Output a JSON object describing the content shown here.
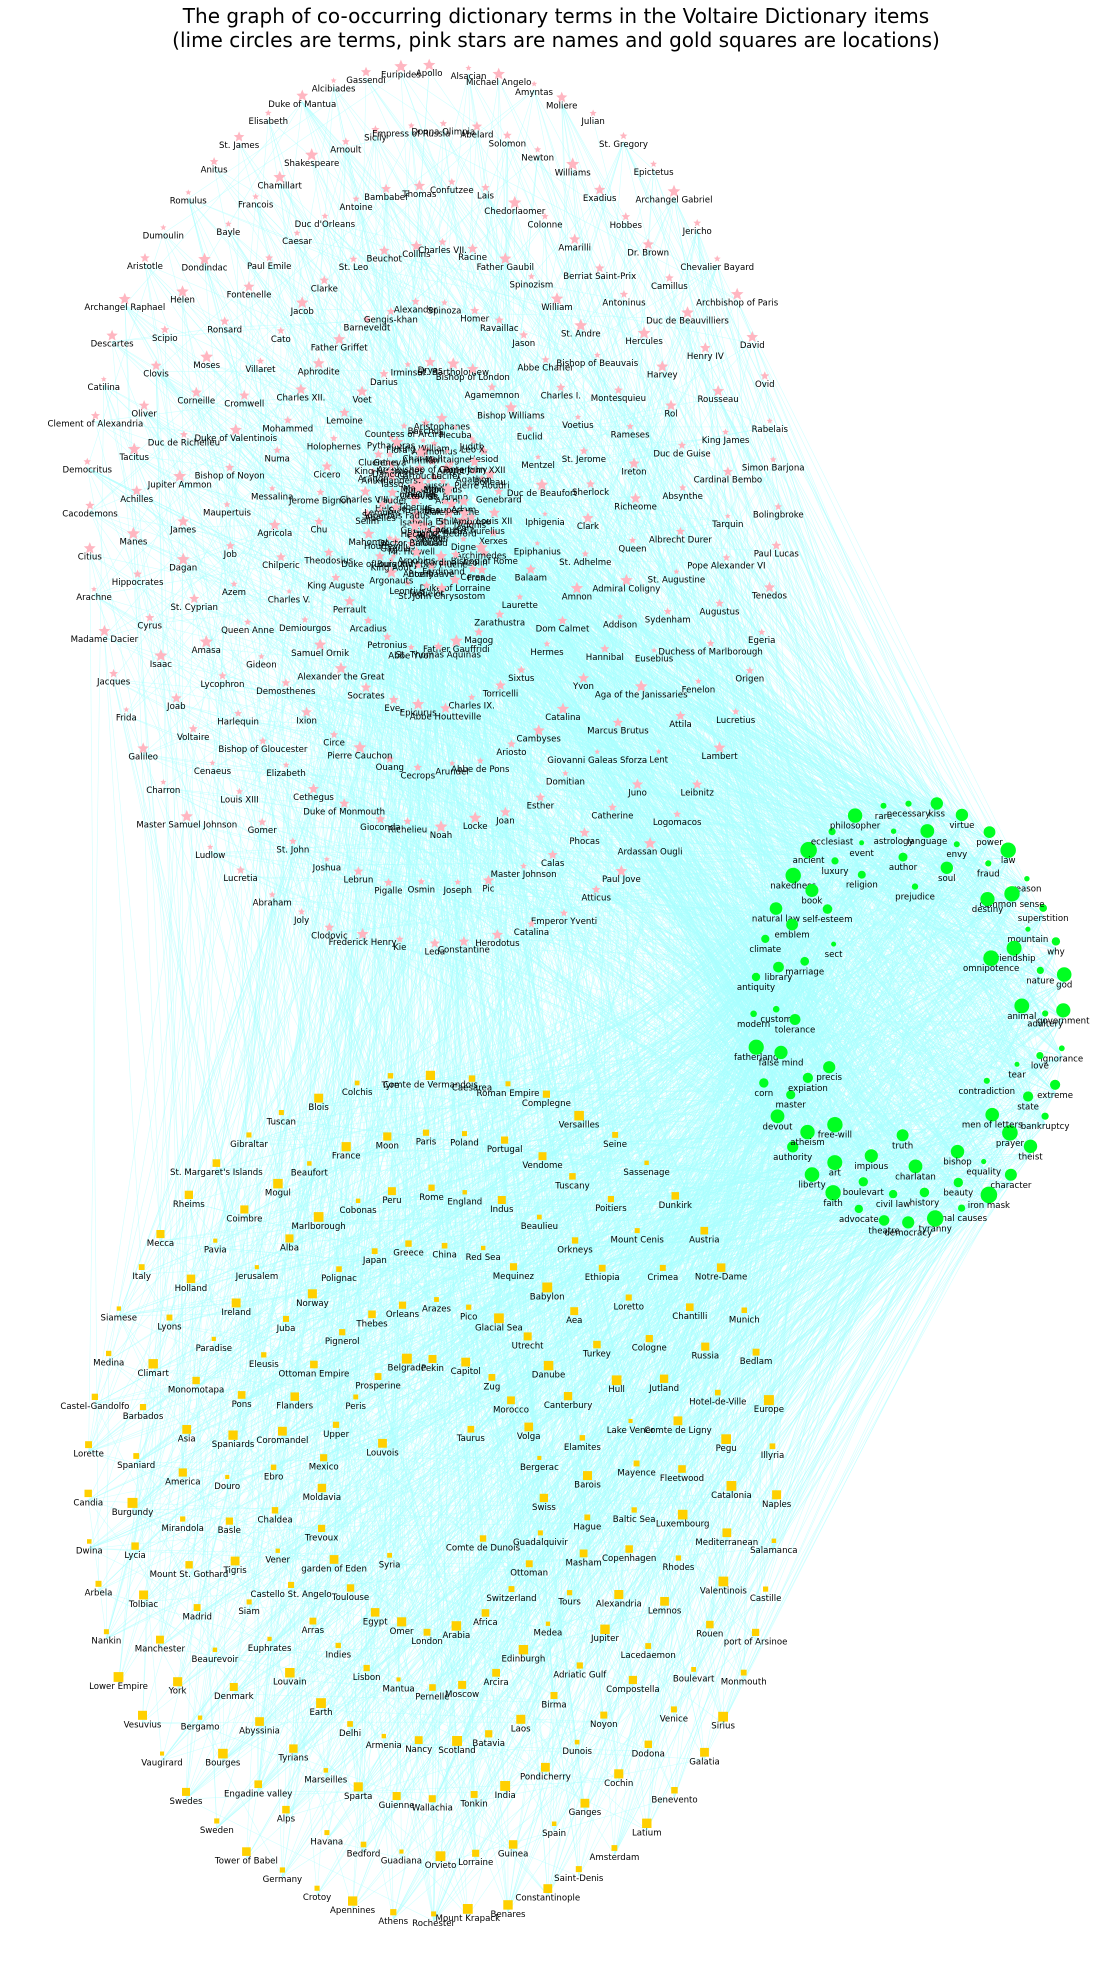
{
  "title": "The graph of co-occurring dictionary terms in the Voltaire Dictionary items",
  "subtitle": "(lime circles are terms, pink stars are names and gold squares are locations)",
  "colors": {
    "term": "#00ff22",
    "name": "#ffb6c1",
    "location": "#ffd000",
    "edge": "#aaffff"
  },
  "names": [
    "Apollo",
    "Alsacian",
    "Michael Angelo",
    "Amyntas",
    "Moliere",
    "Julian",
    "St. Gregory",
    "Epictetus",
    "Archangel Gabriel",
    "Jericho",
    "Chevalier Bayard",
    "Archbishop of Paris",
    "David",
    "Ovid",
    "Rabelais",
    "Simon Barjona",
    "Bolingbroke",
    "Paul Lucas",
    "Tenedos",
    "Egeria",
    "Origen",
    "Lucretius",
    "Lambert",
    "Leibnitz",
    "Logomacos",
    "Ardassan Ougli",
    "Paul Jove",
    "Atticus",
    "Emperor Yventi",
    "Catalina",
    "Herodotus",
    "Constantine",
    "Leda",
    "Kie",
    "Frederick Henry",
    "Clodovic",
    "Joly",
    "Abraham",
    "Lucretia",
    "Ludlow",
    "Master Samuel Johnson",
    "Charron",
    "Galileo",
    "Frida",
    "Jacques",
    "Madame Dacier",
    "Arachne",
    "Citius",
    "Cacodemons",
    "Democritus",
    "Clement of Alexandria",
    "Catilina",
    "Descartes",
    "Archangel Raphael",
    "Aristotle",
    "Dumoulin",
    "Romulus",
    "Anitus",
    "St. James",
    "Elisabeth",
    "Duke of Mantua",
    "Alcibiades",
    "Gassendi",
    "Euripides",
    "Newton",
    "Williams",
    "Exadius",
    "Hobbes",
    "Dr. Brown",
    "Camillus",
    "Duc de Beauvilliers",
    "Henry IV",
    "Rousseau",
    "King James",
    "Cardinal Bembo",
    "Tarquin",
    "Pope Alexander VI",
    "Augustus",
    "Duchess of Marlborough",
    "Fenelon",
    "Attila",
    "Lent",
    "Juno",
    "Catherine",
    "Phocas",
    "Calas",
    "Master Johnson",
    "Pic",
    "Joseph",
    "Osmin",
    "Pigalle",
    "Lebrun",
    "Joshua",
    "St. John",
    "Gomer",
    "Louis XIII",
    "Cenaeus",
    "Voltaire",
    "Joab",
    "Isaac",
    "Cyrus",
    "Hippocrates",
    "Manes",
    "Achilles",
    "Tacitus",
    "Oliver",
    "Clovis",
    "Scipio",
    "Helen",
    "Dondindac",
    "Bayle",
    "Francois",
    "Chamillart",
    "Shakespeare",
    "Arnoult",
    "Sicily",
    "Empress of Russia",
    "Donna Olimpia",
    "Abelard",
    "Solomon",
    "Berriat Saint-Prix",
    "Antoninus",
    "Hercules",
    "Harvey",
    "Rol",
    "Duc de Guise",
    "Absynthe",
    "Albrecht Durer",
    "St. Augustine",
    "Sydenham",
    "Eusebius",
    "Aga of the Janissaries",
    "Marcus Brutus",
    "Giovanni Galeas Sforza",
    "Domitian",
    "Esther",
    "Joan",
    "Locke",
    "Noah",
    "Richelieu",
    "Gioconda",
    "Duke of Monmouth",
    "Cethegus",
    "Elizabeth",
    "Bishop of Gloucester",
    "Harlequin",
    "Lycophron",
    "Amasa",
    "St. Cyprian",
    "Dagan",
    "James",
    "Jupiter Ammon",
    "Duc de Richelieu",
    "Corneille",
    "Moses",
    "Ronsard",
    "Fontenelle",
    "Paul Emile",
    "Caesar",
    "Duc d'Orleans",
    "Antoine",
    "Bambabef",
    "Thomas",
    "Confutzee",
    "Lais",
    "Chedorlaomer",
    "Colonne",
    "Amarilli",
    "Montesquieu",
    "Rameses",
    "Ireton",
    "Richeome",
    "Queen",
    "Admiral Coligny",
    "Addison",
    "Hannibal",
    "Yvon",
    "Catalina",
    "Cambyses",
    "Ariosto",
    "Abbe de Pons",
    "Arundel",
    "Cecrops",
    "Ouang",
    "Pierre Cauchon",
    "Circe",
    "Ixion",
    "Demosthenes",
    "Gideon",
    "Queen Anne",
    "Azem",
    "Job",
    "Maupertuis",
    "Bishop of Noyon",
    "Duke of Valentinois",
    "Cromwell",
    "Villaret",
    "Cato",
    "Jacob",
    "Clarke",
    "St. Leo",
    "Beuchot",
    "Collins",
    "Charles VII.",
    "Racine",
    "Father Gaubil",
    "Spinozism",
    "William",
    "St. Andre",
    "Bishop of Beauvais",
    "Sherlock",
    "Clark",
    "St. Adhelme",
    "Amnon",
    "Dom Calmet",
    "Hermes",
    "Sixtus",
    "Torricelli",
    "Charles IX.",
    "Abbe Houtteville",
    "Epicurus",
    "Eve,",
    "Socrates",
    "Alexander the Great",
    "Samuel Ornik",
    "Demiourgos",
    "Charles V.",
    "Chilperic",
    "Agricola",
    "Messalina",
    "Numa",
    "Mohammed",
    "Charles XII.",
    "Aphrodite",
    "Father Griffet",
    "Barneveldt",
    "Gengis-khan",
    "Alexander",
    "Spinoza",
    "Homer",
    "Ravaillac",
    "Jason",
    "Abbe Charier",
    "Charles I.",
    "Voetius",
    "St. Jerome",
    "Epiphanius",
    "Balaam",
    "Laurette",
    "Zarathustra",
    "Magog",
    "Father Gauffridi",
    "St. Thomas Aquinas",
    "Abbe Yvon",
    "Petronius",
    "Arcadius",
    "Perrault",
    "King Auguste",
    "Theodosius",
    "Chu",
    "Jerome Bignon",
    "Cicero",
    "Holophernes",
    "Lemoine",
    "Voet",
    "Darius",
    "Irminsul",
    "Dryas",
    "St. Bartholomew",
    "Bishop of London",
    "Agamemnon",
    "Bishop Williams",
    "Euclid",
    "Mentzel",
    "Duc de Beaufort",
    "Iphigenia",
    "Bishop of Rome",
    "Ceres",
    "Duke of Lorraine",
    "St. John Chrysostom",
    "Jaquelot",
    "Leontius",
    "Argonauts",
    "Duke of Burgundy",
    "Mahomet",
    "Selim",
    "Charles VIII.",
    "Aragon",
    "Cluentius",
    "Pythagoras",
    "Countess of Arcira",
    "Bacchus",
    "Aristophanes",
    "Hecuba",
    "Judith",
    "Hesiod",
    "Boileau",
    "Genebrard",
    "Louis XII",
    "Xerxes",
    "Duke of Bedford",
    "Kepler",
    "Raphael",
    "Adimo",
    "Grotius",
    "Isabella",
    "St. Irenaeus",
    "Tiberius",
    "Cudworth",
    "Mazarin",
    "Monseigneur",
    "Poussin",
    "Maximus",
    "St. Bruno",
    "Auriol",
    "Malebranche",
    "Emilia",
    "Codrus",
    "Heloise",
    "Tasso",
    "Charles II.",
    "Houttevillus",
    "Abbe Pluche",
    "Antony",
    "Boerhaave",
    "Arnauld",
    "Inachus",
    "Pierre Aoudri",
    "Cartouche",
    "Digne",
    "Jean",
    "King Nicomedes",
    "Lucifer",
    "Superbus Fadus",
    "Clodius",
    "Ammonius",
    "King Aout",
    "Louis XIV",
    "Archimedes",
    "Gaguin",
    "Archbishop of Canterbury",
    "Mr. Holwell",
    "Marcus Aurelius",
    "Beaupere",
    "Arnobius",
    "Doctor Balouard",
    "Adam",
    "King William",
    "Anixmanders",
    "Amyot",
    "Leo X.",
    "Octavius",
    "St. Ambrose",
    "Apelles",
    "Montaigne",
    "Agathon",
    "Pope John XXII",
    "Adonis",
    "Lauder",
    "Hector",
    "Lemures",
    "Flora",
    "Ahriman",
    "Dancourt",
    "Fronde",
    "Ferdinand",
    "Geneva",
    "Cardinal Azolin"
  ],
  "terms": [
    "necessary",
    "kiss",
    "virtue",
    "power",
    "law",
    "reason",
    "superstition",
    "why",
    "god",
    "government",
    "ignorance",
    "extreme",
    "bankruptcy",
    "theist",
    "character",
    "iron mask",
    "final causes",
    "tyranny",
    "democracy",
    "theatre",
    "advocate",
    "faith",
    "liberty",
    "authority",
    "devout",
    "corn",
    "fatherland",
    "modern",
    "antiquity",
    "climate",
    "natural law",
    "nakedness",
    "ancient",
    "ecclesiast",
    "philosopher",
    "rare",
    "envy",
    "fraud",
    "common sense",
    "mountain",
    "nature",
    "adultery",
    "love",
    "state",
    "prayer",
    "equality",
    "beauty",
    "history",
    "civil law",
    "boulevart",
    "art",
    "atheism",
    "master",
    "false mind",
    "custom",
    "library",
    "emblem",
    "book",
    "luxury",
    "event",
    "astrology",
    "language",
    "destiny",
    "friendship",
    "animal",
    "tear",
    "men of letters",
    "bishop",
    "charlatan",
    "impious",
    "free-will",
    "expiation",
    "tolerance",
    "marriage",
    "self-esteem",
    "religion",
    "author",
    "soul",
    "omnipotence",
    "contradiction",
    "truth",
    "precis",
    "sect",
    "prejudice"
  ],
  "locations": [
    "Comte de Vermandois",
    "Caesarea",
    "Roman Empire",
    "Complegne",
    "Versailles",
    "Seine",
    "Sassenage",
    "Dunkirk",
    "Austria",
    "Notre-Dame",
    "Munich",
    "Bedlam",
    "Europe",
    "Illyria",
    "Naples",
    "Salamanca",
    "Castille",
    "port of Arsinoe",
    "Monmouth",
    "Sirius",
    "Galatia",
    "Benevento",
    "Latium",
    "Amsterdam",
    "Saint-Denis",
    "Constantinople",
    "Benares",
    "Mount Krapack",
    "Rochester",
    "Athens",
    "Apennines",
    "Crotoy",
    "Germany",
    "Tower of Babel",
    "Sweden",
    "Swedes",
    "Vaugirard",
    "Vesuvius",
    "Lower Empire",
    "Nankin",
    "Arbela",
    "Dwina",
    "Candia",
    "Lorette",
    "Castel-Gandolfo",
    "Medina",
    "Siamese",
    "Italy",
    "Mecca",
    "Rheims",
    "St. Margaret's Islands",
    "Gibraltar",
    "Tuscan",
    "Blois",
    "Colchis",
    "Tyre",
    "Vendome",
    "Tuscany",
    "Poitiers",
    "Mount Cenis",
    "Crimea",
    "Chantilli",
    "Russia",
    "Hotel-de-Ville",
    "Pegu",
    "Catalonia",
    "Mediterranean",
    "Valentinois",
    "Rouen",
    "Boulevart",
    "Venice",
    "Dodona",
    "Cochin",
    "Ganges",
    "Spain",
    "Guinea",
    "Lorraine",
    "Orvieto",
    "Guadiana",
    "Bedford",
    "Havana",
    "Alps",
    "Engadine valley",
    "Bourges",
    "Bergamo",
    "York",
    "Manchester",
    "Tolbiac",
    "Lycia",
    "Burgundy",
    "Spaniard",
    "Barbados",
    "Climart",
    "Lyons",
    "Holland",
    "Pavia",
    "Coimbre",
    "Mogul",
    "Beaufort",
    "France",
    "Moon",
    "Paris",
    "Poland",
    "Portugal",
    "Ethiopia",
    "Loretto",
    "Cologne",
    "Jutland",
    "Comte de Ligny",
    "Fleetwood",
    "Luxembourg",
    "Rhodes",
    "Lemnos",
    "Lacedaemon",
    "Compostella",
    "Noyon",
    "Dunois",
    "Pondicherry",
    "India",
    "Tonkin",
    "Wallachia",
    "Guienne",
    "Sparta",
    "Marseilles",
    "Tyrians",
    "Abyssinia",
    "Denmark",
    "Beaurevoir",
    "Madrid",
    "Mount St. Gothard",
    "Mirandola",
    "America",
    "Asia",
    "Monomotapa",
    "Paradise",
    "Ireland",
    "Jerusalem",
    "Alba",
    "Marlborough",
    "Cobonas",
    "Peru",
    "Rome",
    "England",
    "Indus",
    "Beaulieu",
    "Orkneys",
    "Hull",
    "Lake Vener",
    "Mayence",
    "Baltic Sea",
    "Copenhagen",
    "Alexandria",
    "Jupiter",
    "Adriatic Gulf",
    "Birma",
    "Laos",
    "Batavia",
    "Scotland",
    "Nancy",
    "Armenia",
    "Delhi",
    "Earth",
    "Louvain",
    "Euphrates",
    "Siam",
    "Tigris",
    "Basle",
    "Douro",
    "Spaniards",
    "Pons",
    "Eleusis",
    "Juba",
    "Norway",
    "Polignac",
    "Japan",
    "Greece",
    "China",
    "Red Sea",
    "Mequinez",
    "Babylon",
    "Aea",
    "Turkey",
    "Barois",
    "Hague",
    "Masham",
    "Tours",
    "Medea",
    "Edinburgh",
    "Arcira",
    "Moscow",
    "Pernelle",
    "Mantua",
    "Lisbon",
    "Indies",
    "Arras",
    "Castello St. Angelo",
    "Vener",
    "Chaldea",
    "Ebro",
    "Coromandel",
    "Flanders",
    "Ottoman Empire",
    "Pignerol",
    "Thebes",
    "Orleans",
    "Arazes",
    "Pico",
    "Glacial Sea",
    "Utrecht",
    "Danube",
    "Canterbury",
    "Elamites",
    "Guadalquivir",
    "Ottoman",
    "Switzerland",
    "Africa",
    "Arabia",
    "London",
    "Omer",
    "Egypt",
    "Toulouse",
    "garden of Eden",
    "Trevoux",
    "Moldavia",
    "Mexico",
    "Upper",
    "Peris",
    "Prosperine",
    "Belgrade",
    "Pekin",
    "Capitol",
    "Zug",
    "Morocco",
    "Volga",
    "Bergerac",
    "Swiss",
    "Comte de Dunois",
    "Syria",
    "Louvois",
    "Taurus"
  ]
}
